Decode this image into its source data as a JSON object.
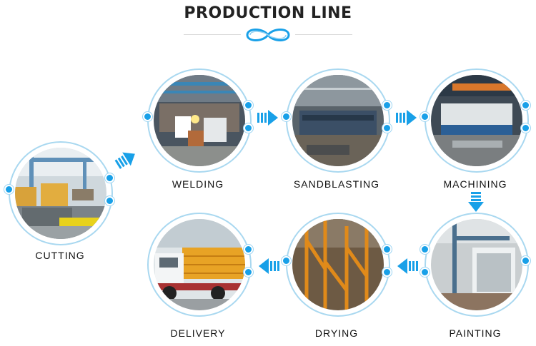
{
  "title": "PRODUCTION LINE",
  "colors": {
    "accent": "#18a0e8",
    "ring": "#a9d8f0",
    "steel": "#556068",
    "crane": "#e08a1a"
  },
  "steps": [
    {
      "label": "CUTTING",
      "photo": "cutting-photo"
    },
    {
      "label": "WELDING",
      "photo": "welding-photo"
    },
    {
      "label": "SANDBLASTING",
      "photo": "sandblasting-photo"
    },
    {
      "label": "MACHINING",
      "photo": "machining-photo"
    },
    {
      "label": "PAINTING",
      "photo": "painting-photo"
    },
    {
      "label": "DRYING",
      "photo": "drying-photo"
    },
    {
      "label": "DELIVERY",
      "photo": "delivery-photo"
    }
  ],
  "arrows": [
    "arrow-right-icon",
    "arrow-right-icon",
    "arrow-right-icon",
    "arrow-down-icon",
    "arrow-left-icon",
    "arrow-left-icon"
  ]
}
